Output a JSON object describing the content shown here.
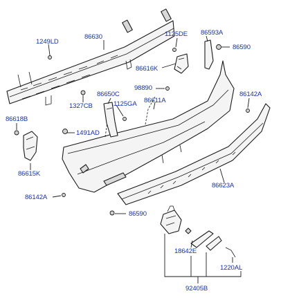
{
  "colors": {
    "label": "#1430b8",
    "line": "#1a1a1a",
    "part_fill": "#f4f4f4"
  },
  "labels": {
    "p1249LD": "1249LD",
    "p86630": "86630",
    "p1125DE": "1125DE",
    "p86593A": "86593A",
    "p86590_top": "86590",
    "p86616K": "86616K",
    "p98890": "98890",
    "p86650C": "86650C",
    "p1327CB": "1327CB",
    "p1125GA": "1125GA",
    "p86611A": "86611A",
    "p86142A_right": "86142A",
    "p86618B": "86618B",
    "p1491AD": "1491AD",
    "p86615K": "86615K",
    "p86623A": "86623A",
    "p86142A_left": "86142A",
    "p86590_bottom": "86590",
    "p18642E": "18642E",
    "p1220AL": "1220AL",
    "p92405B": "92405B"
  }
}
